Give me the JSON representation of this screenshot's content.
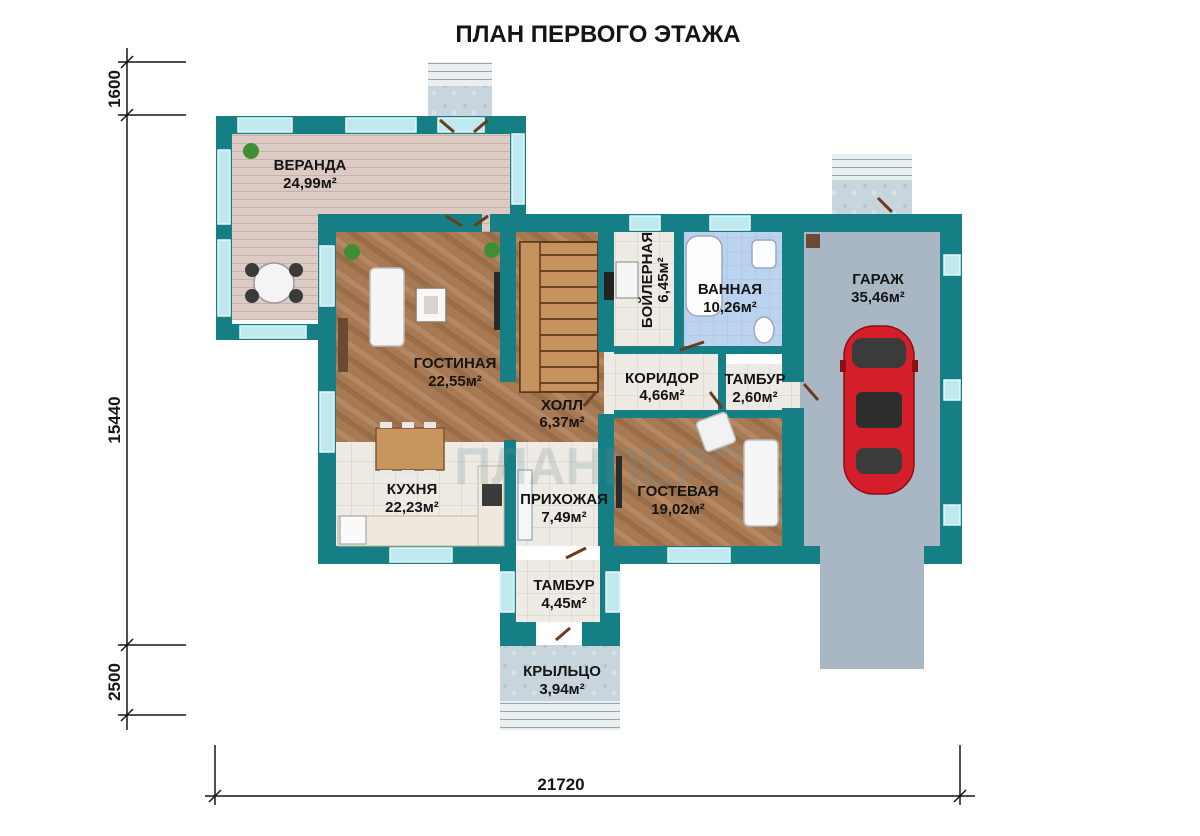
{
  "title": "ПЛАН ПЕРВОГО ЭТАЖА",
  "watermark": "ПЛАНПЕРС",
  "dimensions": {
    "top_offset": "1600",
    "total_height": "15440",
    "bottom_offset": "2500",
    "total_width": "21720"
  },
  "rooms": {
    "veranda": {
      "name": "ВЕРАНДА",
      "area": "24,99м²"
    },
    "living": {
      "name": "ГОСТИНАЯ",
      "area": "22,55м²"
    },
    "boiler": {
      "name": "БОЙЛЕРНАЯ",
      "area": "6,45м²"
    },
    "bath": {
      "name": "ВАННАЯ",
      "area": "10,26м²"
    },
    "garage": {
      "name": "ГАРАЖ",
      "area": "35,46м²"
    },
    "corridor": {
      "name": "КОРИДОР",
      "area": "4,66м²"
    },
    "tambur1": {
      "name": "ТАМБУР",
      "area": "2,60м²"
    },
    "hall": {
      "name": "ХОЛЛ",
      "area": "6,37м²"
    },
    "kitchen": {
      "name": "КУХНЯ",
      "area": "22,23м²"
    },
    "hallway": {
      "name": "ПРИХОЖАЯ",
      "area": "7,49м²"
    },
    "guest": {
      "name": "ГОСТЕВАЯ",
      "area": "19,02м²"
    },
    "tambur2": {
      "name": "ТАМБУР",
      "area": "4,45м²"
    },
    "porch": {
      "name": "КРЫЛЬЦО",
      "area": "3,94м²"
    }
  },
  "colors": {
    "wall": "#167f85",
    "window": "#bfe9ee",
    "wood_floor": "#a87a54",
    "tile_floor": "#eeeae4",
    "garage_floor": "#a9b7c4",
    "bath_tile": "#bcd3ef",
    "car": "#d41f2a"
  }
}
